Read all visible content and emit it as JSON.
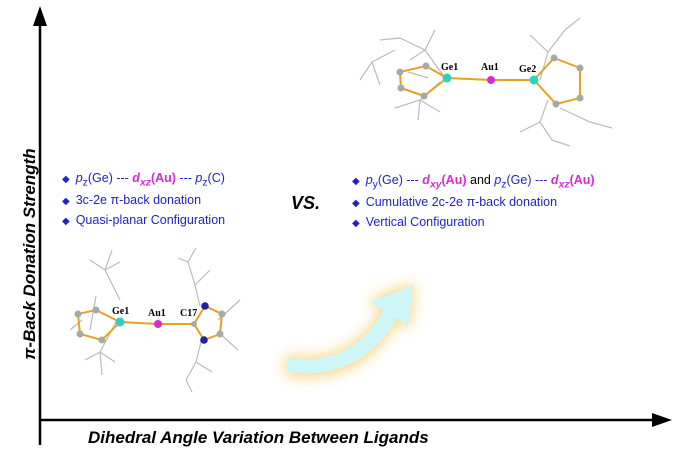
{
  "axes": {
    "y_label": "π-Back Donation Strength",
    "x_label": "Dihedral Angle Variation Between Ligands"
  },
  "vs_label": "VS.",
  "left_bullets": {
    "b1": {
      "p1": "p",
      "p1_sub": "z",
      "g1": "(Ge) --- ",
      "d": "d",
      "d_sub": "xz",
      "au": "(Au)",
      "mid": " --- ",
      "p2": "p",
      "p2_sub": "z",
      "g2": "(C)"
    },
    "b2": "3c-2e π-back donation",
    "b3": "Quasi-planar Configuration"
  },
  "right_bullets": {
    "b1": {
      "p1": "p",
      "p1_sub": "y",
      "g1": "(Ge) --- ",
      "d1": "d",
      "d1_sub": "xy",
      "au1": "(Au)",
      "and": " and ",
      "p2": "p",
      "p2_sub": "z",
      "g2": "(Ge) --- ",
      "d2": "d",
      "d2_sub": "xz",
      "au2": "(Au)"
    },
    "b2": "Cumulative  2c-2e π-back donation",
    "b3": "Vertical Configuration"
  },
  "left_molecule": {
    "labels": [
      "Ge1",
      "Au1",
      "C17"
    ]
  },
  "right_molecule": {
    "labels": [
      "Ge1",
      "Au1",
      "Ge2"
    ]
  },
  "colors": {
    "bond": "#e8a020",
    "ge": "#2fd0c0",
    "au": "#d62ad6",
    "n": "#2020a0",
    "c": "#a8a8a8",
    "ligand": "#bbbbbb",
    "arrow_fill": "#cef6f6",
    "arrow_glow": "#f5d070"
  }
}
